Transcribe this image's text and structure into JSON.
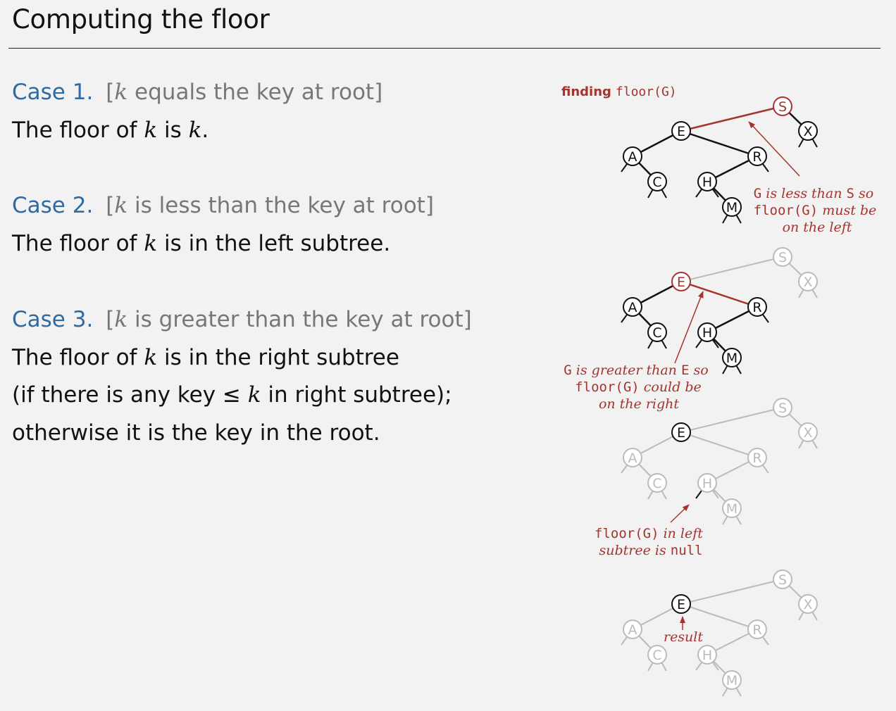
{
  "title": "Computing the floor",
  "cases": [
    {
      "label": "Case 1.",
      "bracket": [
        "[",
        "k",
        " equals the key at root]"
      ],
      "lines": [
        [
          "The floor of ",
          "k",
          " is ",
          "k",
          "."
        ]
      ]
    },
    {
      "label": "Case 2.",
      "bracket": [
        "[",
        "k",
        " is less than the key at root]"
      ],
      "lines": [
        [
          "The floor of ",
          "k",
          " is in the left subtree."
        ]
      ]
    },
    {
      "label": "Case 3.",
      "bracket": [
        "[",
        "k",
        " is greater than the key at root]"
      ],
      "lines": [
        [
          "The floor of ",
          "k",
          " is in the right subtree"
        ],
        [
          "(if there is any key ≤ ",
          "k",
          " in right subtree);"
        ],
        [
          "otherwise it is the key in the root."
        ]
      ]
    }
  ],
  "colors": {
    "highlight": "#a6342e",
    "faded": "#bbbbbb",
    "dark": "#111111",
    "case_label": "#2f6aa3",
    "bracket": "#777777"
  },
  "diagram": {
    "caption_bold": "finding",
    "caption_code": "floor(G)",
    "nodes": [
      "S",
      "E",
      "X",
      "A",
      "R",
      "C",
      "H",
      "M"
    ],
    "panels": [
      {
        "root": "S",
        "highlight_nodes": [
          "S"
        ],
        "highlight_edges": [
          [
            "S",
            "E"
          ]
        ],
        "dark": "all"
      },
      {
        "highlight_nodes": [
          "E"
        ],
        "highlight_edges": [
          [
            "E",
            "R"
          ]
        ],
        "dark": [
          "E",
          "A",
          "C",
          "R",
          "H",
          "M"
        ]
      },
      {
        "dark": [
          "E"
        ],
        "dark_edges": [
          [
            "H",
            "null"
          ]
        ]
      },
      {
        "dark": [
          "E"
        ]
      }
    ],
    "annotations": {
      "a1": [
        "G",
        " is less than ",
        "S",
        " so",
        "floor(G)",
        " must be",
        "on the left"
      ],
      "a2": [
        "G",
        " is greater than ",
        "E",
        " so",
        "floor(G)",
        " could be",
        "on the right"
      ],
      "a3": [
        "floor(G)",
        " in left",
        "subtree is ",
        "null"
      ],
      "a4": "result"
    }
  }
}
